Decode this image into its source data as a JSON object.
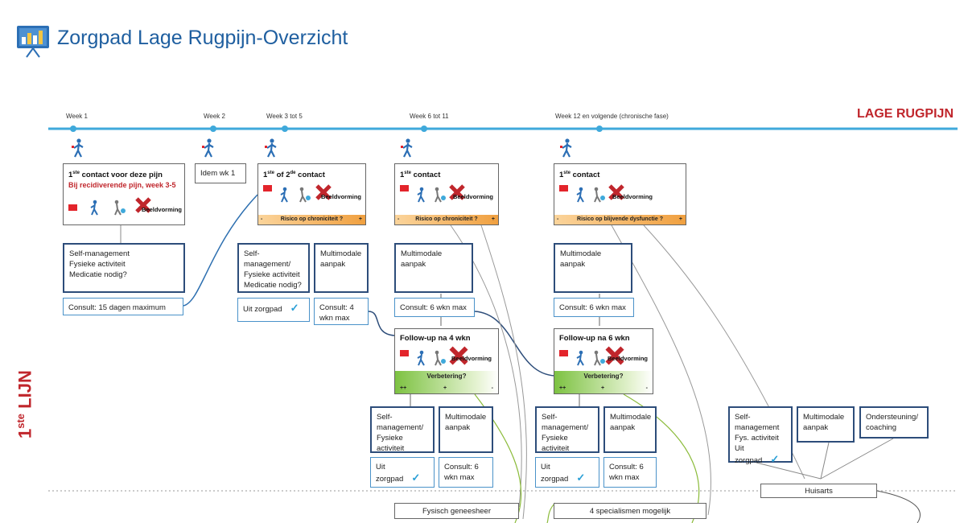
{
  "header": {
    "title": "Zorgpad Lage Rugpijn-Overzicht",
    "icon": "presentation-chart-icon"
  },
  "diagram": {
    "brand": "LAGE RUGPIJN",
    "lijn_main": "LIJN",
    "lijn_sup": "ste",
    "lijn_num": "1",
    "weeks": [
      "Week 1",
      "Week 2",
      "Week 3 tot 5",
      "Week 6 tot 11",
      "Week 12 en volgende (chronische fase)"
    ],
    "contact1": {
      "sup": "ste",
      "title": " contact voor deze pijn",
      "red": "Bij recidiverende pijn, week 3-5",
      "beeld": "Beeldvorming"
    },
    "idem": "Idem wk 1",
    "contact2": {
      "title_a": "1",
      "sup_a": "ste",
      "mid": " of 2",
      "sup_b": "de",
      "title_b": " contact",
      "beeld": "Beeldvorming",
      "bar": "Risico op chroniciteit ?"
    },
    "contact3": {
      "sup": "ste",
      "title": " contact",
      "beeld": "Beeldvorming",
      "bar": "Risico op chroniciteit ?"
    },
    "contact4": {
      "sup": "ste",
      "title": " contact",
      "beeld": "Beeldvorming",
      "bar": "Risico op blijvende dysfunctie ?"
    },
    "box_self1": [
      "Self-management",
      "Fysieke activiteit",
      "Medicatie nodig?"
    ],
    "consult1": "Consult: 15 dagen maximum",
    "box_self2": [
      "Self-management/",
      "Fysieke activiteit",
      "Medicatie nodig?"
    ],
    "multi2": [
      "Multimodale",
      "aanpak"
    ],
    "uit2": "Uit zorgpad",
    "consult2": [
      "Consult: 4",
      "wkn max"
    ],
    "multi3": "Multimodale aanpak",
    "consult3": "Consult: 6 wkn max",
    "multi4": "Multimodale aanpak",
    "consult4": "Consult: 6 wkn max",
    "follow1": {
      "title": "Follow-up na 4 wkn",
      "beeld": "Beeldvorming",
      "q": "Verbetering?"
    },
    "follow2": {
      "title": "Follow-up na 6 wkn",
      "beeld": "Beeldvorming",
      "q": "Verbetering?"
    },
    "signs": {
      "pp": "++",
      "p": "+",
      "m": "-"
    },
    "bar_minus": "-",
    "bar_plus": "+",
    "self5": [
      "Self-",
      "management/",
      "Fysieke activiteit"
    ],
    "multi5": [
      "Multimodale",
      "aanpak"
    ],
    "uit5": "Uit zorgpad",
    "consult5": [
      "Consult: 6",
      "wkn max"
    ],
    "self6": [
      "Self-",
      "management/",
      "Fysieke activiteit"
    ],
    "multi6": [
      "Multimodale",
      "aanpak"
    ],
    "uit6": "Uit zorgpad",
    "consult6": [
      "Consult: 6",
      "wkn max"
    ],
    "self7": [
      "Self-",
      "management",
      "Fys. activiteit",
      "Uit zorgpad"
    ],
    "multi7": [
      "Multimodale",
      "aanpak"
    ],
    "onder7": [
      "Ondersteuning/",
      "coaching"
    ],
    "huisarts": "Huisarts",
    "fysisch": "Fysisch geneesheer",
    "specialismen": "4 specialismen mogelijk",
    "check": "✓",
    "colors": {
      "timeline": "#3fa9db",
      "red": "#c0262c",
      "border": "#2d4d7a"
    }
  }
}
